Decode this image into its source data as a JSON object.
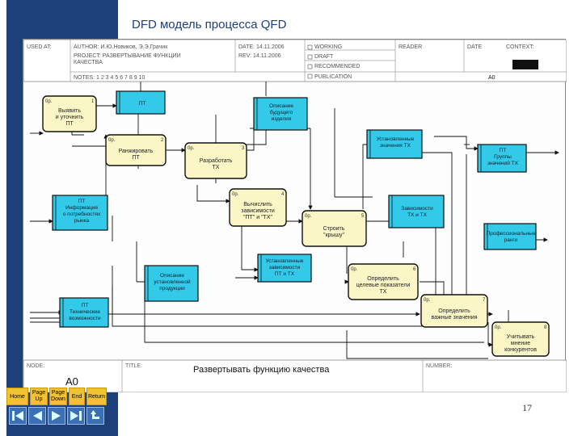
{
  "slide": {
    "title": "DFD модель процесса QFD",
    "page_number": "17"
  },
  "header": {
    "used_at": "USED AT:",
    "author": "AUTHOR: И.Ю.Новиков, Э.Э.Грачик",
    "project": "PROJECT: РАЗВЕРТЫВАНИЕ ФУНКЦИИ",
    "project_cont": "КАЧЕСТВА",
    "notes": "NOTES: 1 2 3 4 5 6 7 8 9 10",
    "date": "DATE: 14.11.2006",
    "rev": "REV: 14.11.2006",
    "working": "WORKING",
    "draft": "DRAFT",
    "recommended": "RECOMMENDED",
    "publication": "PUBLICATION",
    "reader": "READER",
    "date_col": "DATE",
    "context": "CONTEXT:",
    "context_node": "A0"
  },
  "processes": [
    {
      "corner": "0p.",
      "num": "1",
      "lines": [
        "Выявить",
        "и уточнить",
        "ПТ"
      ]
    },
    {
      "corner": "0p.",
      "num": "2",
      "lines": [
        "Ранжировать",
        "ПТ"
      ]
    },
    {
      "corner": "0p.",
      "num": "3",
      "lines": [
        "Разработать",
        "ТХ"
      ]
    },
    {
      "corner": "0p.",
      "num": "4",
      "lines": [
        "Вычислить",
        "зависимости",
        "\"ПТ\" и \"ТХ\""
      ]
    },
    {
      "corner": "0p.",
      "num": "5",
      "lines": [
        "Строить",
        "\"крышу\""
      ]
    },
    {
      "corner": "0p.",
      "num": "6",
      "lines": [
        "Определить",
        "целевые показатели",
        "ТХ"
      ]
    },
    {
      "corner": "0p.",
      "num": "7",
      "lines": [
        "Определить",
        "важные значения"
      ]
    },
    {
      "corner": "0p.",
      "num": "8",
      "lines": [
        "Учитывать",
        "мнение",
        "конкурентов"
      ]
    }
  ],
  "externals": [
    {
      "lines": [
        "ПТ"
      ]
    },
    {
      "lines": [
        "Описание",
        "будущего",
        "изделия"
      ]
    },
    {
      "lines": [
        "Установленные",
        "значения ТХ"
      ]
    },
    {
      "lines": [
        "ПТ",
        "Группы",
        "значений ТХ"
      ]
    },
    {
      "lines": [
        "ПТ",
        "Информация",
        "о потребностях",
        "рынка"
      ]
    },
    {
      "lines": [
        "Зависимости",
        "ТХ и ТХ"
      ]
    },
    {
      "lines": [
        "Профессиональные",
        "ранги"
      ]
    },
    {
      "lines": [
        "Описание",
        "установленной",
        "продукции"
      ]
    },
    {
      "lines": [
        "Установленные",
        "зависимости",
        "ПТ и ТХ"
      ]
    },
    {
      "lines": [
        "ПТ",
        "Технические",
        "возможности"
      ]
    }
  ],
  "footer": {
    "node_label": "NODE:",
    "node_value": "A0",
    "title_label": "TITLE:",
    "title_value": "Развертывать функцию качества",
    "number_label": "NUMBER:"
  },
  "nav": {
    "home": "Home",
    "page_up": "Page Up",
    "page_down": "Page Down",
    "end": "End",
    "return": "Return"
  }
}
